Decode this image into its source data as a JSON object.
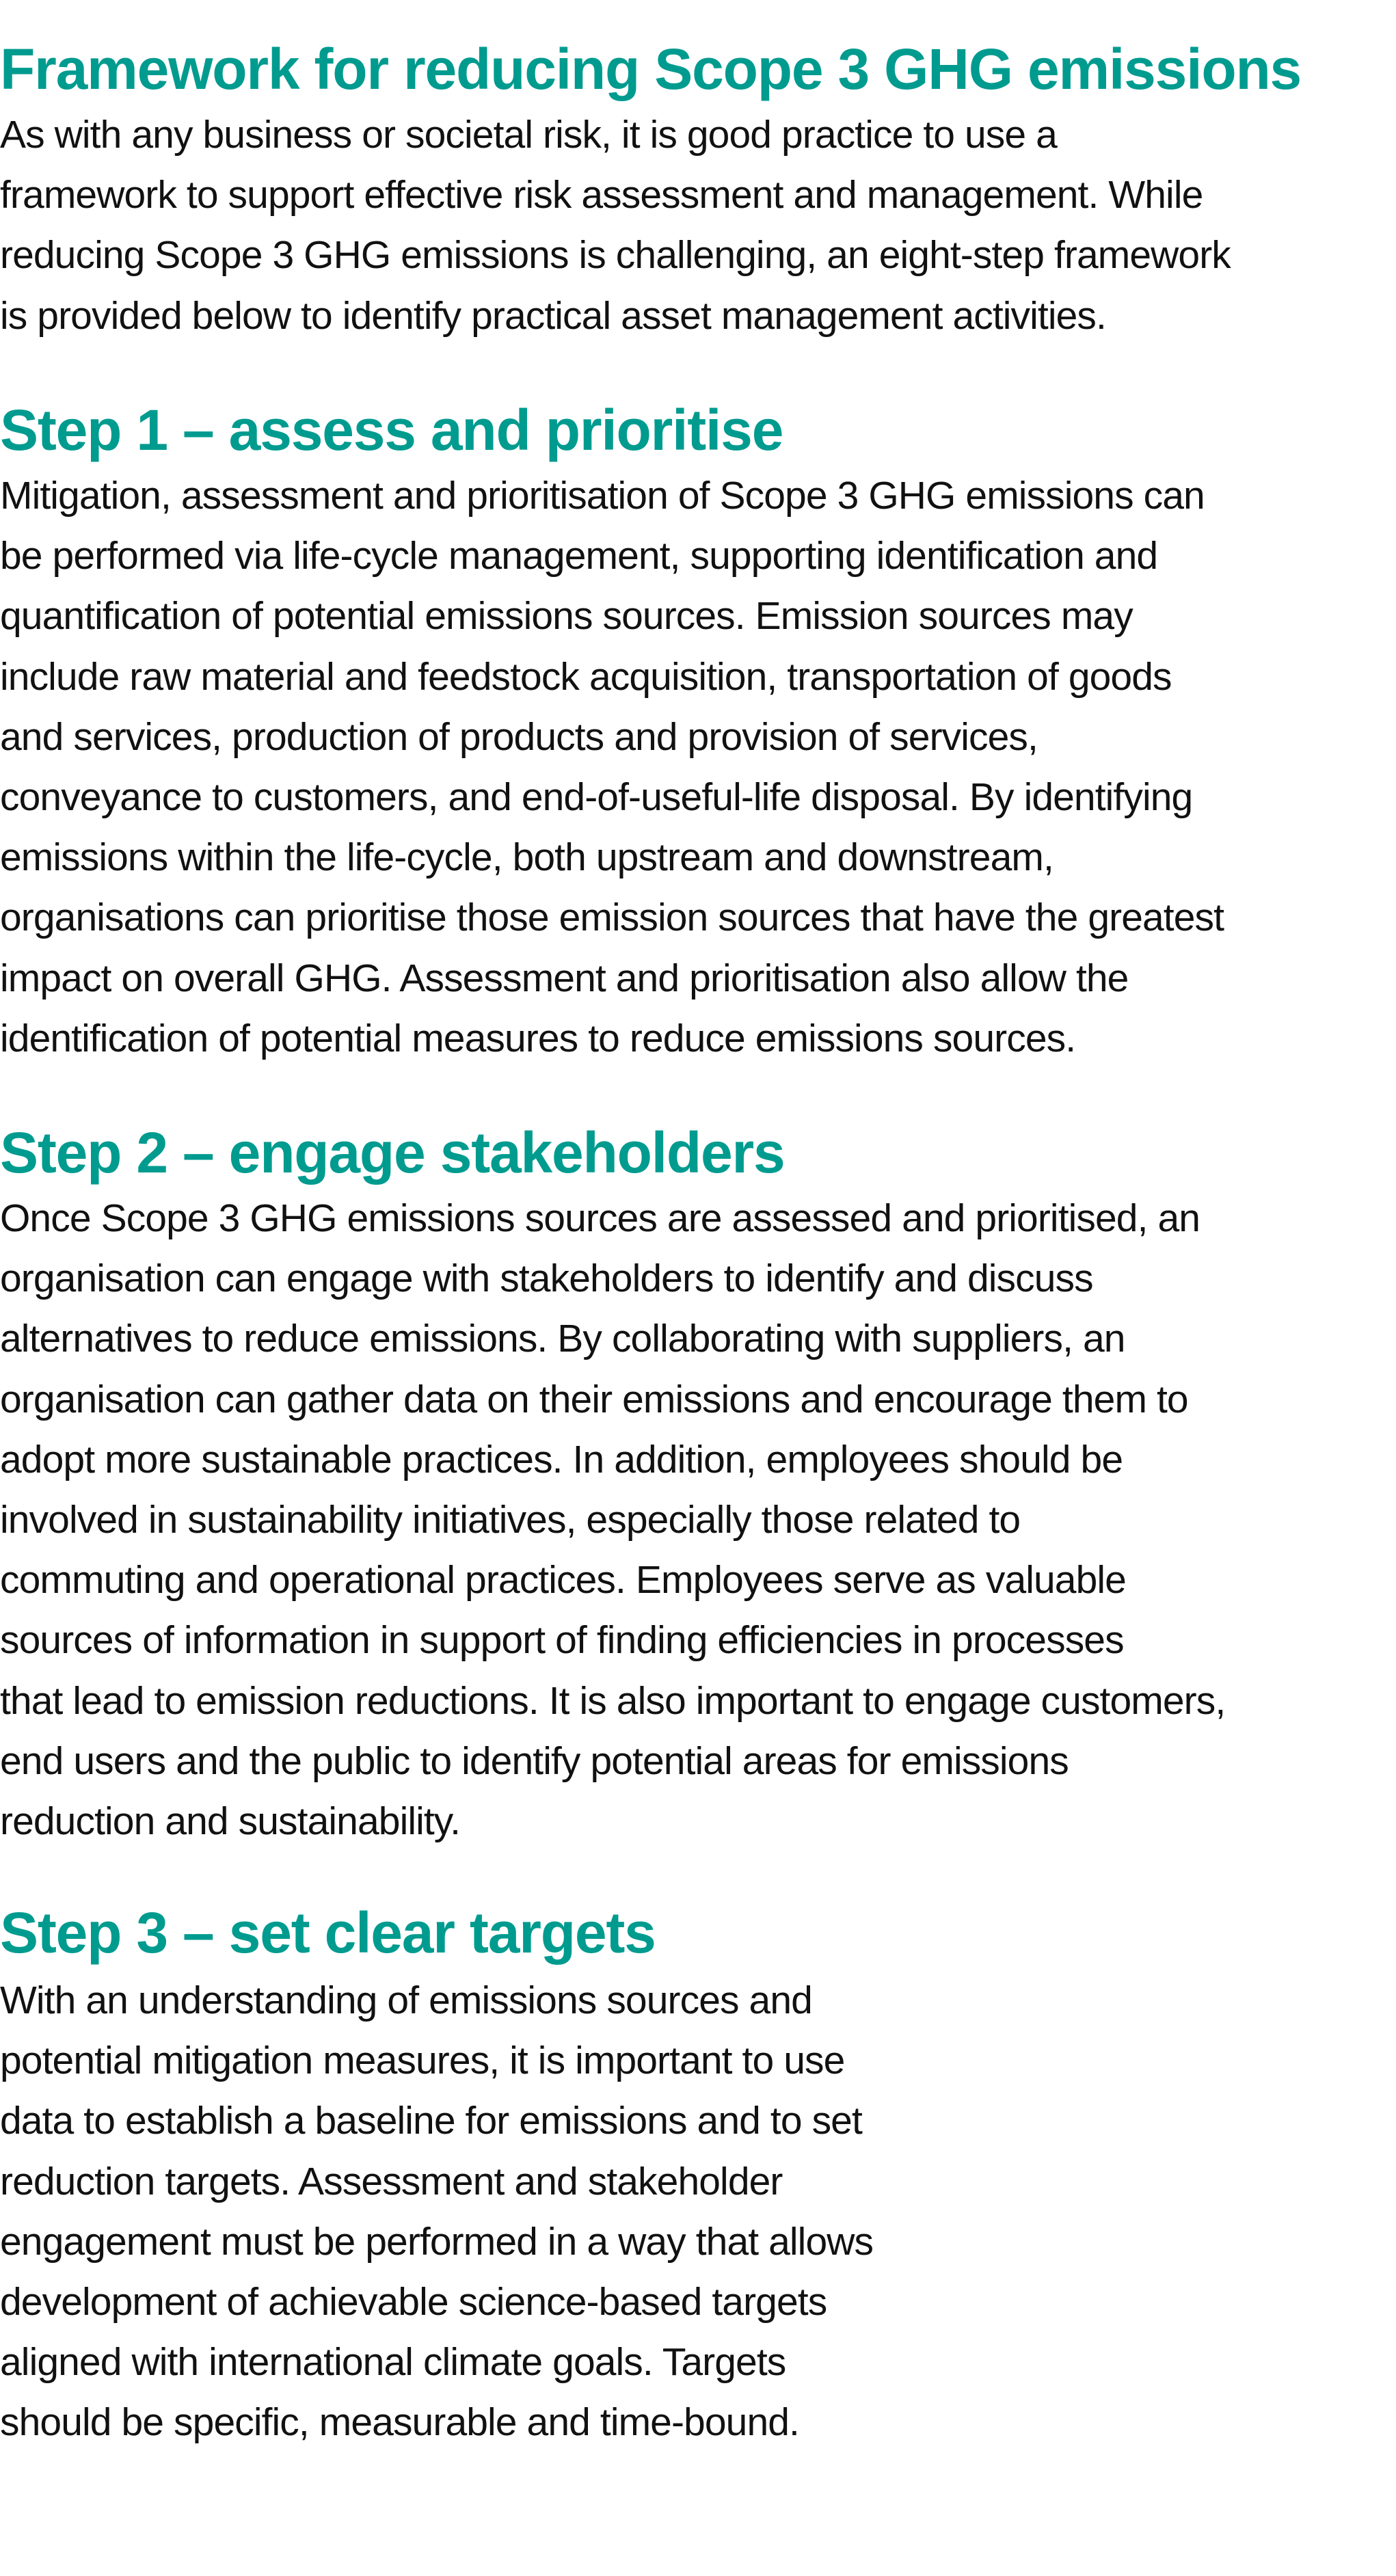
{
  "accent_color": "#009b8f",
  "text_color": "#111111",
  "document": {
    "title": "Framework for reducing Scope 3 GHG emissions",
    "intro": {
      "lines": [
        "As with any business or societal risk, it is good practice to use a",
        "framework to support effective risk assessment and management. While",
        "reducing Scope 3 GHG emissions is challenging, an eight-step framework",
        "is provided below to identify practical asset management activities."
      ]
    },
    "sections": [
      {
        "heading": "Step 1 – assess and prioritise",
        "lines": [
          "Mitigation, assessment and prioritisation of Scope 3 GHG emissions can",
          "be performed via life-cycle management, supporting identification and",
          "quantification of potential emissions sources. Emission sources may",
          "include raw material and feedstock acquisition, transportation of goods",
          "and services, production of products and provision of services,",
          "conveyance to customers, and end-of-useful-life disposal. By identifying",
          "emissions within the life-cycle, both upstream and downstream,",
          "organisations can prioritise those emission sources that have the greatest",
          "impact on overall GHG. Assessment and prioritisation also allow the",
          "identification of potential measures to reduce emissions sources."
        ]
      },
      {
        "heading": "Step 2 – engage stakeholders",
        "lines": [
          "Once Scope 3 GHG emissions sources are assessed and prioritised, an",
          "organisation can engage with stakeholders to identify and discuss",
          "alternatives to reduce emissions. By collaborating with suppliers, an",
          "organisation can gather data on their emissions and encourage them to",
          "adopt more sustainable practices. In addition, employees should be",
          "involved in sustainability initiatives, especially those related to",
          "commuting and operational practices. Employees serve as valuable",
          "sources of information in support of finding efficiencies in processes",
          "that lead to emission reductions. It is also important to engage customers,",
          "end users and the public to identify potential areas for emissions",
          "reduction and sustainability."
        ]
      },
      {
        "heading": "Step 3 – set clear targets",
        "lines": [
          "With an understanding of emissions sources and",
          "potential mitigation measures, it is important to use",
          "data to establish a baseline for emissions and to set",
          "reduction targets. Assessment and stakeholder",
          "engagement must be performed in a way that allows",
          "development of achievable science-based targets",
          "aligned with international climate goals. Targets",
          "should be specific, measurable and time-bound."
        ]
      }
    ]
  }
}
